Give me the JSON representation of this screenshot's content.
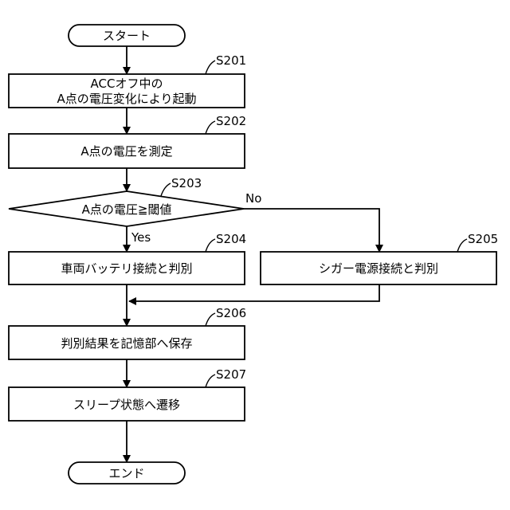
{
  "flowchart": {
    "start": "スタート",
    "end": "エンド",
    "steps": {
      "s201": {
        "label": "S201",
        "lines": [
          "ACCオフ中の",
          "A点の電圧変化により起動"
        ]
      },
      "s202": {
        "label": "S202",
        "text": "A点の電圧を測定"
      },
      "s203": {
        "label": "S203",
        "text": "A点の電圧≧閾値",
        "no": "No",
        "yes": "Yes"
      },
      "s204": {
        "label": "S204",
        "text": "車両バッテリ接続と判別"
      },
      "s205": {
        "label": "S205",
        "text": "シガー電源接続と判別"
      },
      "s206": {
        "label": "S206",
        "text": "判別結果を記憶部へ保存"
      },
      "s207": {
        "label": "S207",
        "text": "スリープ状態へ遷移"
      }
    }
  }
}
